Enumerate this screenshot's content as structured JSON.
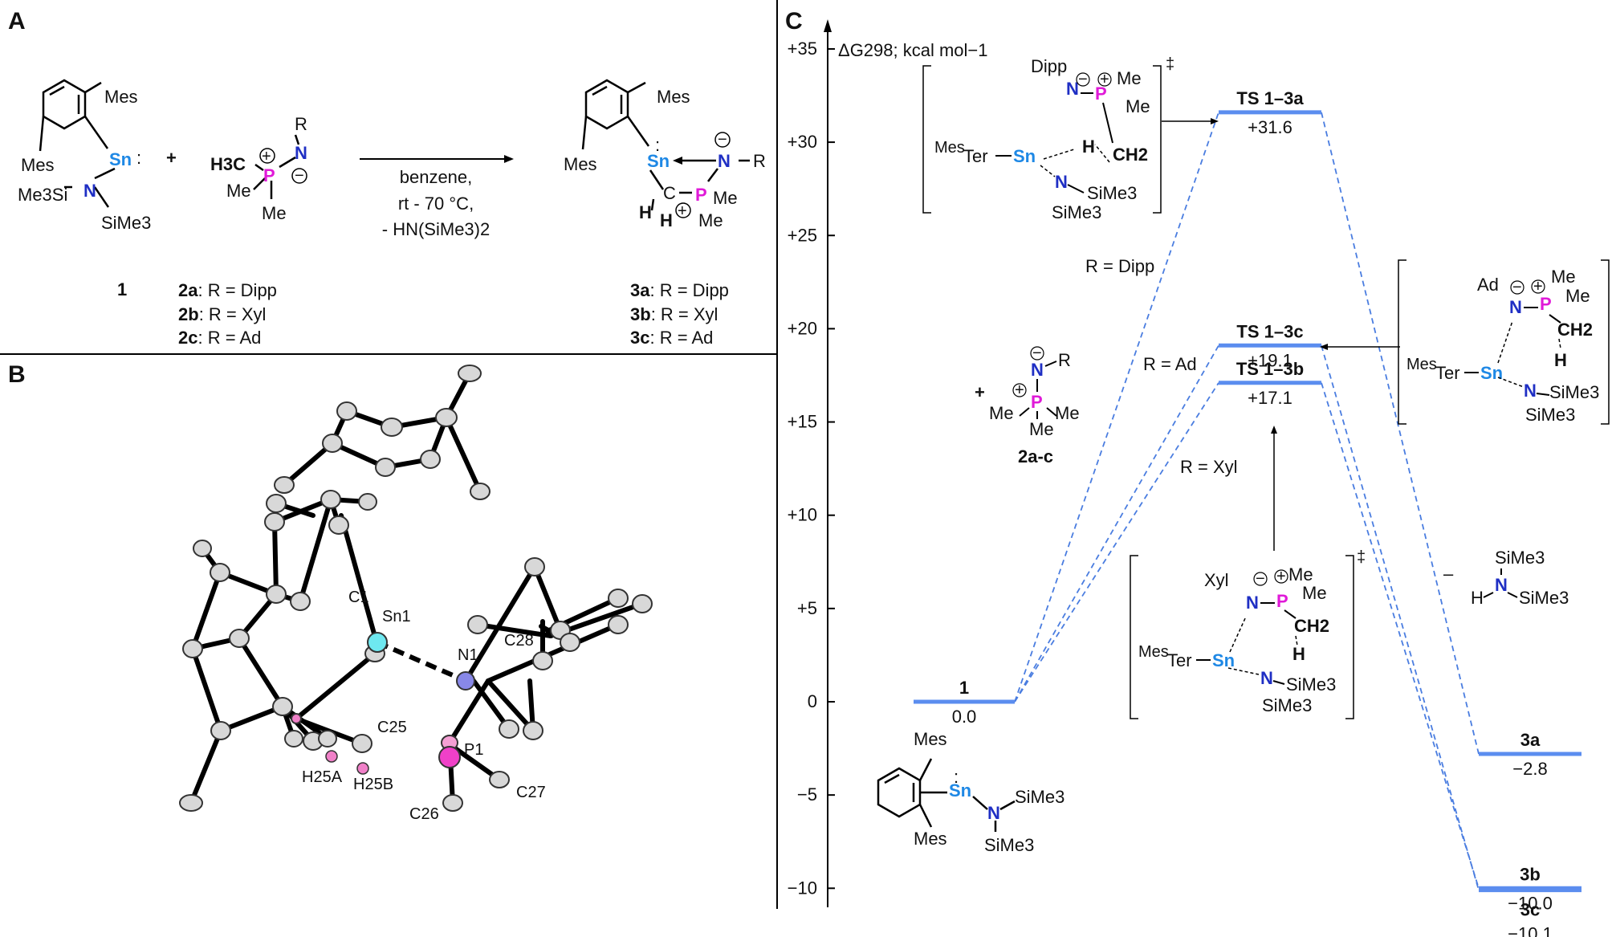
{
  "panels": {
    "a": "A",
    "b": "B",
    "c": "C"
  },
  "panel_a": {
    "conditions": [
      "benzene,",
      "rt - 70 °C,",
      "- HN(SiMe3)2"
    ],
    "compound_1_label": "1",
    "reagent_labels": [
      {
        "bold": "2a",
        "text": ": R = Dipp"
      },
      {
        "bold": "2b",
        "text": ": R = Xyl"
      },
      {
        "bold": "2c",
        "text": ": R = Ad"
      }
    ],
    "product_labels": [
      {
        "bold": "3a",
        "text": ": R = Dipp"
      },
      {
        "bold": "3b",
        "text": ": R = Xyl"
      },
      {
        "bold": "3c",
        "text": ": R = Ad"
      }
    ],
    "mol_text": {
      "mes": "Mes",
      "sn": "Sn",
      "me3si": "Me3Si",
      "n": "N",
      "sime3": "SiMe3",
      "h3c": "H3C",
      "p": "P",
      "me": "Me",
      "r": "R",
      "h": "H",
      "c": "C"
    }
  },
  "panel_b": {
    "atom_labels": [
      "C1",
      "Sn1",
      "N1",
      "C28",
      "C25",
      "P1",
      "H25A",
      "H25B",
      "C26",
      "C27"
    ]
  },
  "panel_c": {
    "ylabel": "ΔG298; kcal mol−1",
    "colors": {
      "level": "#5b8def",
      "dash": "#4a7de0",
      "sn": "#1e88e5",
      "p": "#e01ad8",
      "n": "#1f2fc4"
    },
    "route_labels": [
      "R = Dipp",
      "R = Ad",
      "R = Xyl"
    ],
    "side_species_label": "2a-c",
    "byproduct": {
      "minus": "–",
      "n": "N",
      "h": "H",
      "sime3": "SiMe3"
    },
    "ts_fragments": {
      "dipp": "Dipp",
      "xyl": "Xyl",
      "ad": "Ad",
      "ter": "Ter",
      "mes_sup": "Mes",
      "ch2": "CH2",
      "dagger": "‡"
    }
  },
  "chart_data": {
    "type": "energy_diagram",
    "ylabel": "ΔG298; kcal mol−1",
    "ylim": [
      -10.5,
      35
    ],
    "yticks": [
      35,
      30,
      25,
      20,
      15,
      10,
      5,
      0,
      -5,
      -10
    ],
    "ytick_labels": [
      "+35",
      "+30",
      "+25",
      "+20",
      "+15",
      "+10",
      "+5",
      "0",
      "−5",
      "−10"
    ],
    "levels": [
      {
        "name": "1",
        "value": 0.0,
        "value_label": "0.0"
      },
      {
        "name": "TS 1–3a",
        "value": 31.6,
        "value_label": "+31.6"
      },
      {
        "name": "TS 1–3c",
        "value": 19.1,
        "value_label": "+19.1"
      },
      {
        "name": "TS 1–3b",
        "value": 17.1,
        "value_label": "+17.1"
      },
      {
        "name": "3a",
        "value": -2.8,
        "value_label": "−2.8"
      },
      {
        "name": "3b",
        "value": -10.0,
        "value_label": "−10.0"
      },
      {
        "name": "3c",
        "value": -10.1,
        "value_label": "−10.1"
      }
    ],
    "paths": [
      {
        "route": "R = Dipp",
        "from": "1",
        "via": "TS 1–3a",
        "to": "3a"
      },
      {
        "route": "R = Ad",
        "from": "1",
        "via": "TS 1–3c",
        "to": "3c"
      },
      {
        "route": "R = Xyl",
        "from": "1",
        "via": "TS 1–3b",
        "to": "3b"
      }
    ]
  }
}
